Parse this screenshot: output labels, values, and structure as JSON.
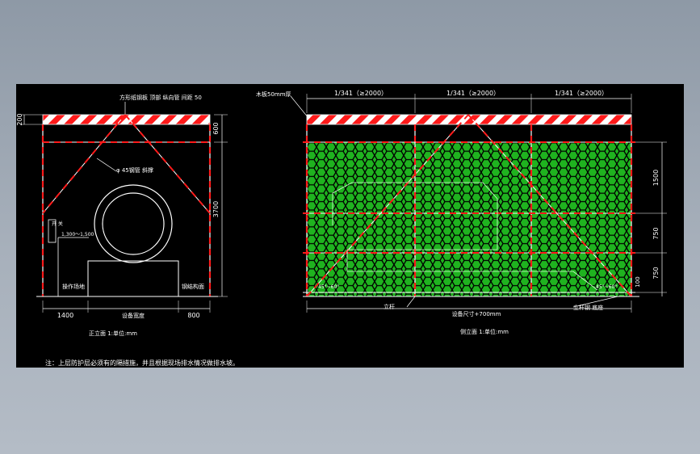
{
  "colors": {
    "background": "#000000",
    "dimension": "#ffffff",
    "hazard_red": "#ff1a1a",
    "mesh_green": "#1fb31f",
    "mesh_outline": "#3cff3c"
  },
  "front": {
    "top_label": "方形纸钢板 顶部 纵向管 间距 50",
    "diag_label": "φ 45钢管 斜撑",
    "note_a": "开 关",
    "note_b": "1,300～1,500",
    "left_bottom": "操作场地",
    "right_bottom": "钢结构面",
    "dim_200": "200",
    "dim_600": "600",
    "dim_3700": "3700",
    "dim_1400": "1400",
    "dim_width": "设备宽度",
    "dim_800": "800",
    "caption": "正立面 1:单位:mm"
  },
  "side": {
    "top_label": "木板50mm厚",
    "span1": "1/341（≥2000）",
    "span2": "1/341（≥2000）",
    "span3": "1/341（≥2000）",
    "dim_1500": "1500",
    "dim_750a": "750",
    "dim_750b": "750",
    "dim_100": "100",
    "angle_left": "45°~60°",
    "angle_right": "45°~60°",
    "post_label": "立杆",
    "dim_length": "设备尺寸+700mm",
    "plank_label": "立杆钢 底座",
    "caption": "侧立面 1:单位:mm"
  },
  "note": "注：上层防护层必须有的隔措施，并且根据现场排水情况做排水坡。"
}
